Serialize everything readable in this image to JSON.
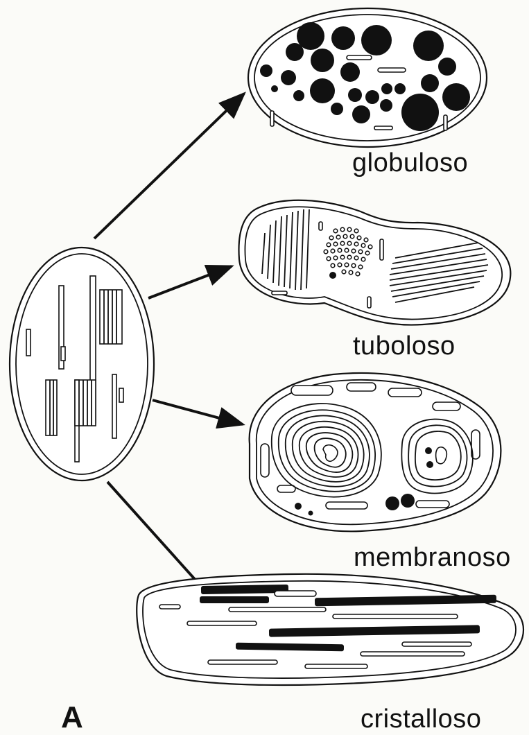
{
  "figure": {
    "panel_letter": "A",
    "labels": {
      "globuloso": "globuloso",
      "tuboloso": "tuboloso",
      "membranoso": "membranoso",
      "cristalloso": "cristalloso"
    }
  }
}
